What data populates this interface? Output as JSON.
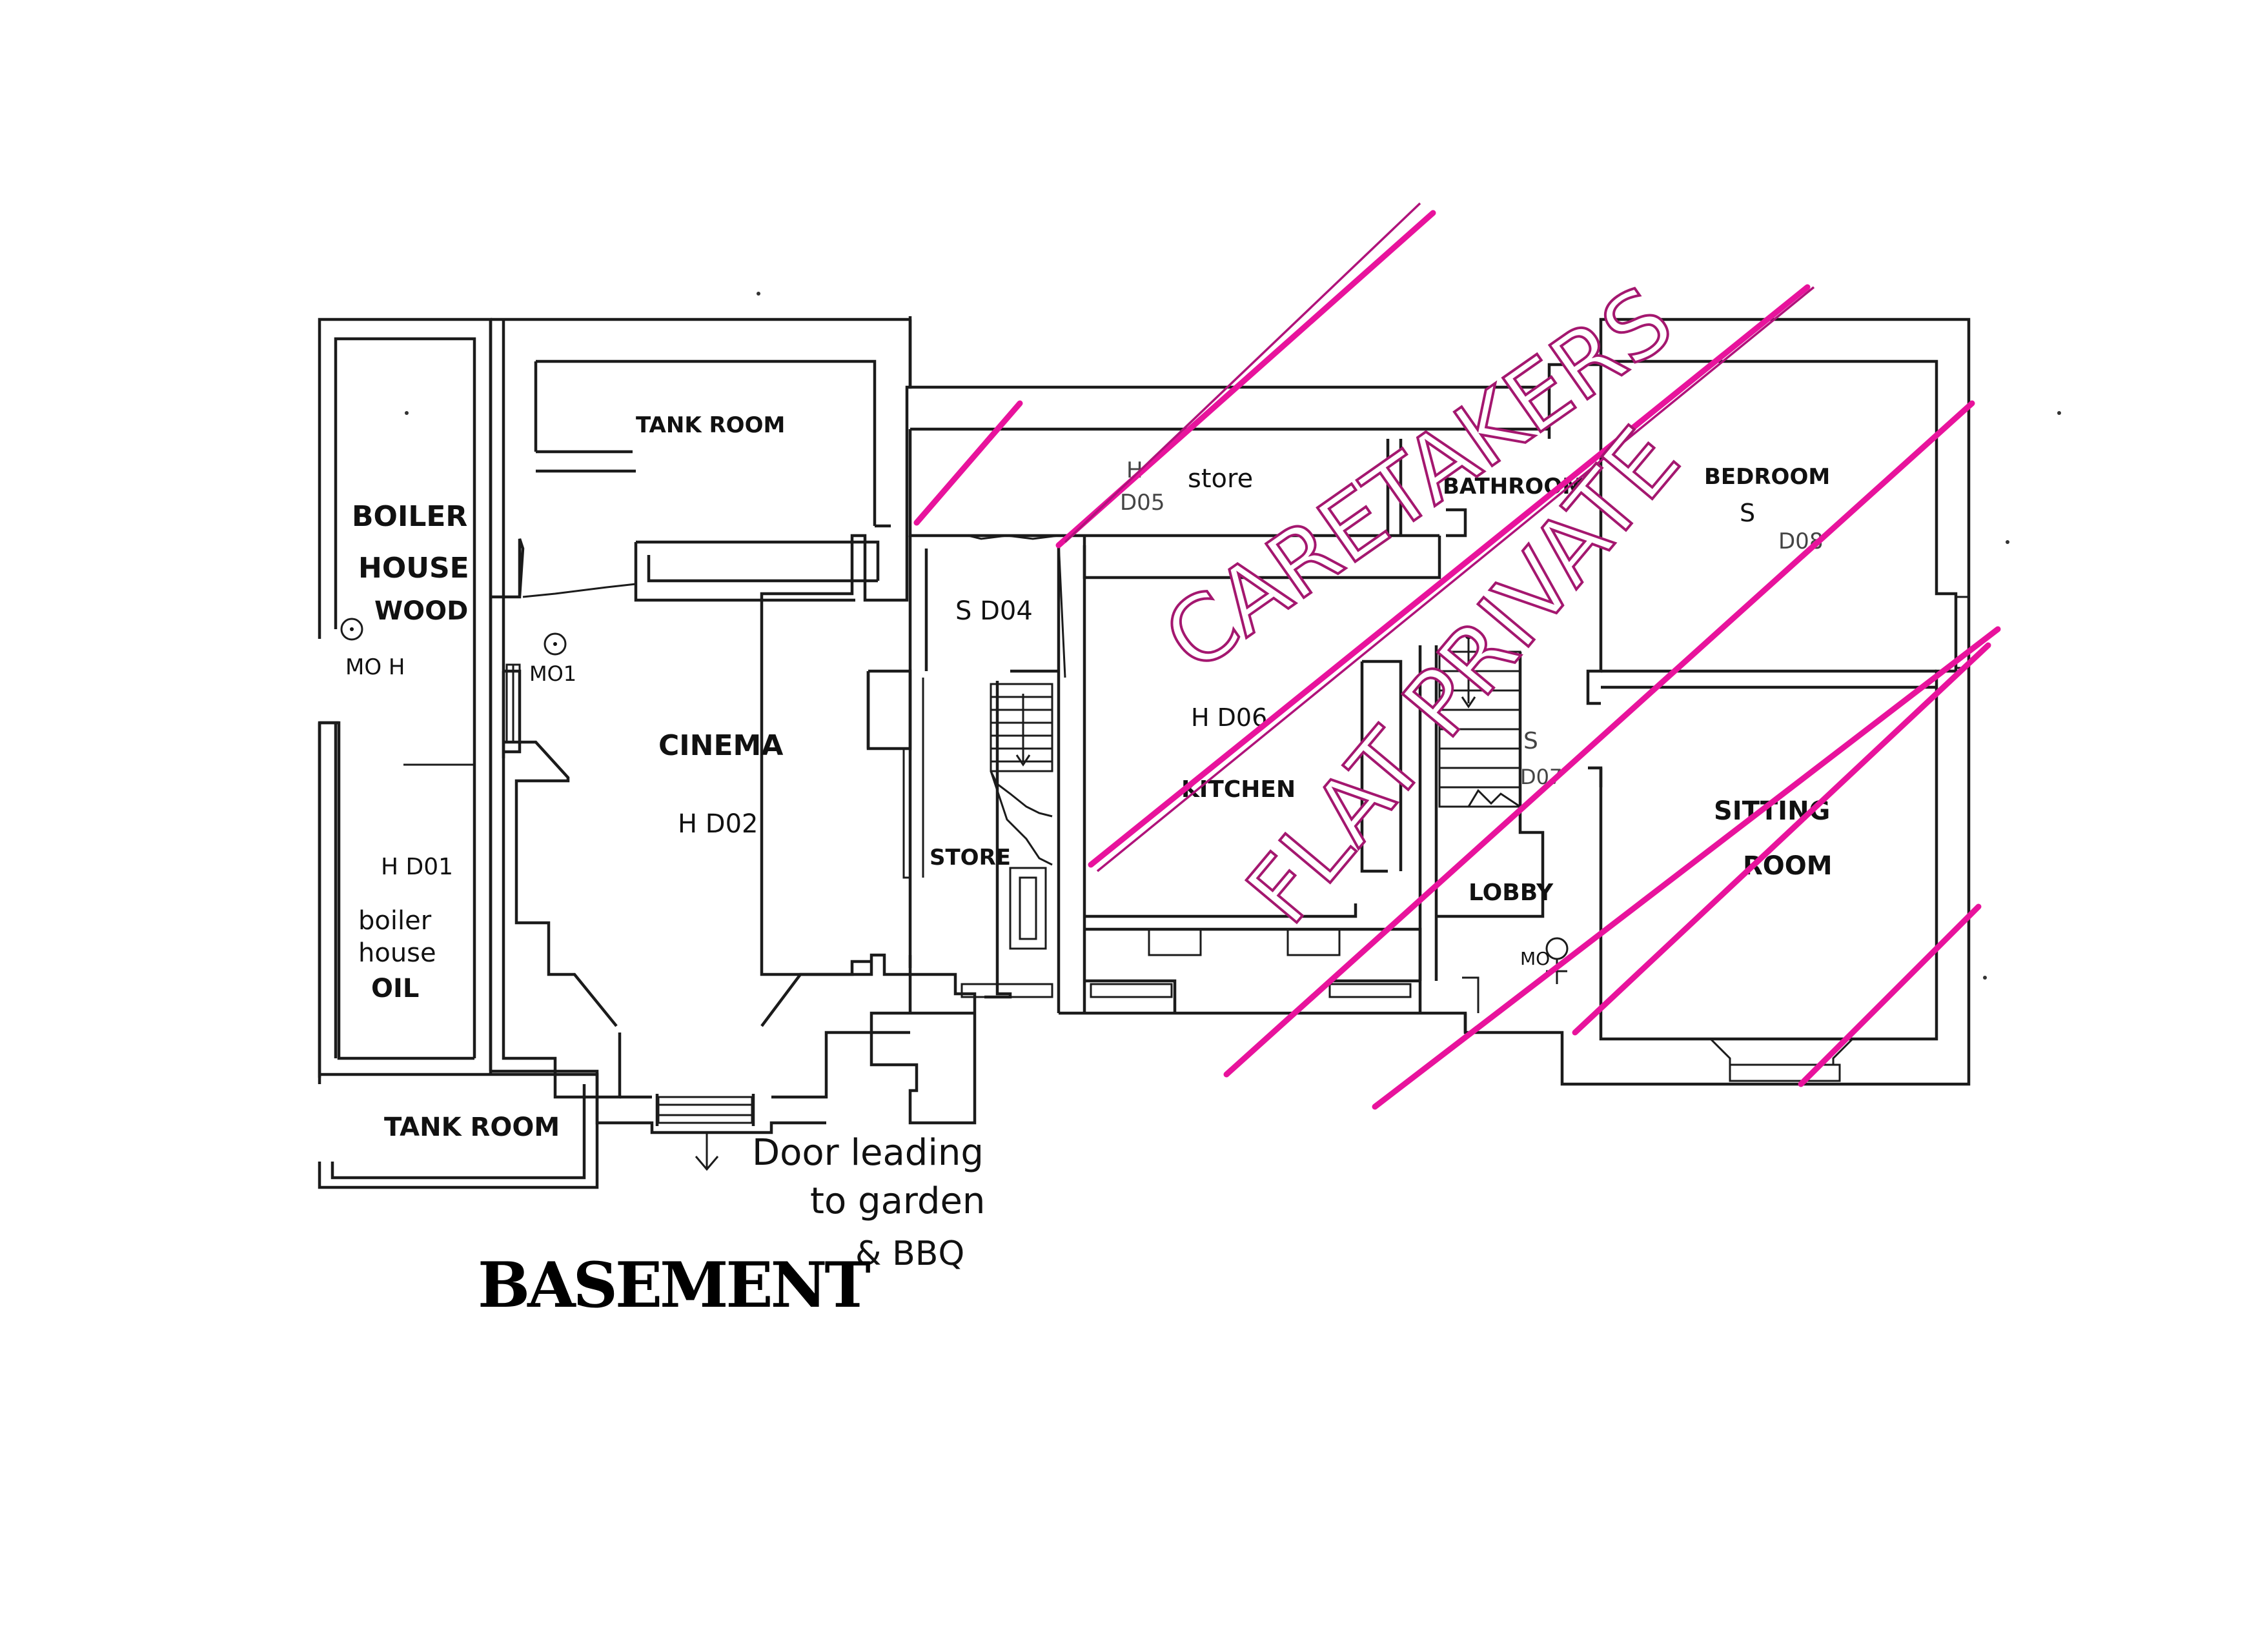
{
  "plan": {
    "title": "BASEMENT",
    "rooms": {
      "boiler_house_wood": [
        "BOILER",
        "HOUSE",
        "WOOD"
      ],
      "boiler_codes": "MO  H",
      "tank_room_top": "TANK ROOM",
      "tank_room_bottom": "TANK ROOM",
      "boiler_house_oil": [
        "boiler",
        "house",
        "OIL"
      ],
      "oil_codes": "H  D01",
      "cinema": "CINEMA",
      "cinema_codes": "H  D02",
      "mo1": "MO1",
      "store_top": "store",
      "store_top_codes": [
        "H",
        "D05"
      ],
      "sd04": "S D04",
      "store_small": "STORE",
      "bathroom": "BATHROOM",
      "bedroom": "BEDROOM",
      "bedroom_codes": [
        "S",
        "D08"
      ],
      "kitchen": "KITCHEN",
      "kitchen_codes": "H  D06",
      "lobby": "LOBBY",
      "lobby_codes": [
        "S",
        "D07"
      ],
      "lobby_mo": "MO",
      "sitting_room": [
        "SITTING",
        "ROOM"
      ]
    },
    "door_note": [
      "Door leading",
      "to garden",
      "& BBQ"
    ],
    "overlay": [
      "CARETAKERS",
      "FLAT PRIVATE"
    ],
    "colors": {
      "ink": "#1b1b1b",
      "highlight": "#e8139c"
    }
  }
}
